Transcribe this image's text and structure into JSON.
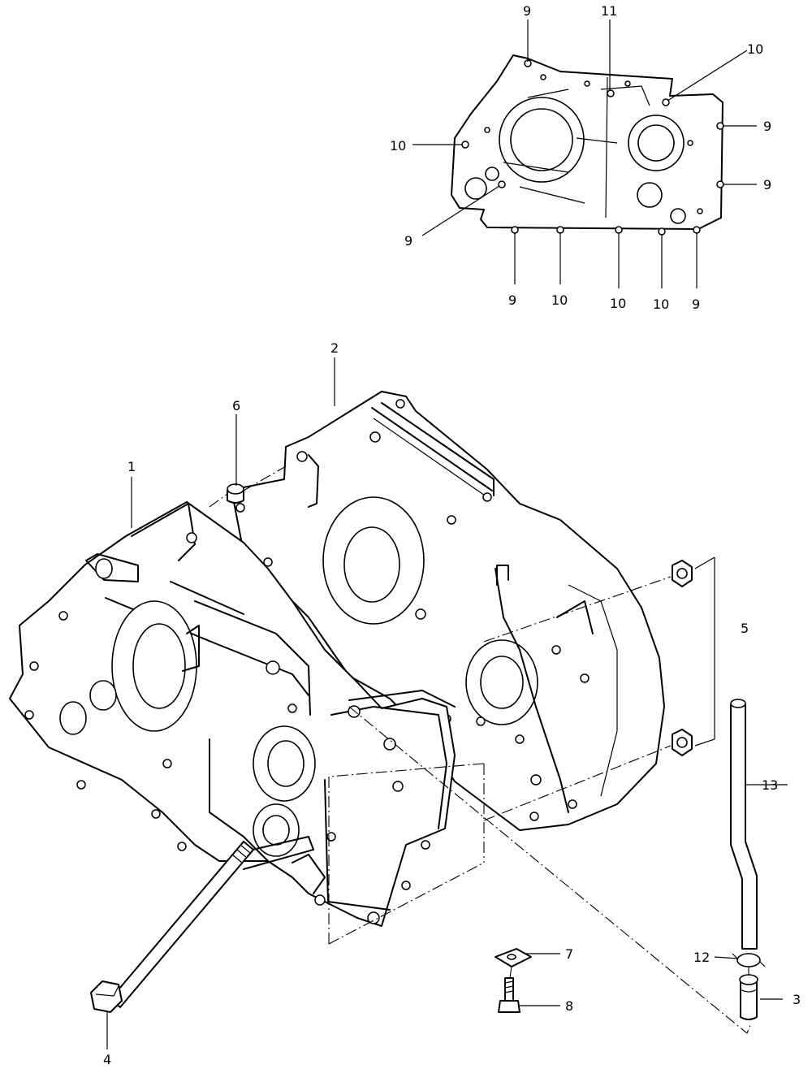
{
  "callouts": {
    "c1": "1",
    "c2": "2",
    "c3": "3",
    "c4": "4",
    "c5": "5",
    "c6": "6",
    "c7": "7",
    "c8": "8",
    "c9a": "9",
    "c9b": "9",
    "c9c": "9",
    "c9d": "9",
    "c9e": "9",
    "c9f": "9",
    "c10a": "10",
    "c10b": "10",
    "c10c": "10",
    "c10d": "10",
    "c10e": "10",
    "c11": "11",
    "c12": "12",
    "c13": "13"
  }
}
